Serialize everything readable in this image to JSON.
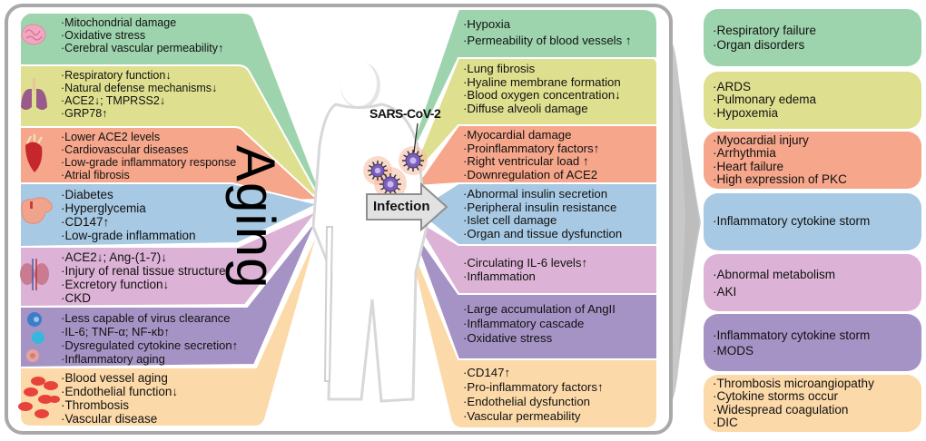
{
  "colors": {
    "green": "#9dd4ad",
    "yellow": "#dfe08f",
    "orange": "#f5a68b",
    "blue": "#a7c9e3",
    "pink": "#dcb3d6",
    "purple": "#a693c5",
    "peach": "#fcd9a8",
    "frame": "#a9a9a9",
    "arrow": "#c8c8c8"
  },
  "center": {
    "title": "Aging",
    "virus_label": "SARS-CoV-2",
    "arrow_label": "Infection"
  },
  "left_panels": [
    {
      "organ": "brain",
      "color": "green",
      "items": [
        "·Mitochondrial damage",
        "·Oxidative stress",
        "·Cerebral vascular permeability↑"
      ]
    },
    {
      "organ": "lungs",
      "color": "yellow",
      "items": [
        "·Respiratory function↓",
        "·Natural defense mechanisms↓",
        "·ACE2↓; TMPRSS2↓",
        "·GRP78↑"
      ]
    },
    {
      "organ": "heart",
      "color": "orange",
      "items": [
        "·Lower ACE2 levels",
        "·Cardiovascular diseases",
        "·Low-grade inflammatory response",
        "·Atrial fibrosis"
      ]
    },
    {
      "organ": "pancreas",
      "color": "blue",
      "items": [
        "·Diabetes",
        "·Hyperglycemia",
        "·CD147↑",
        "·Low-grade inflammation"
      ]
    },
    {
      "organ": "kidneys",
      "color": "pink",
      "items": [
        "·ACE2↓; Ang-(1-7)↓",
        "·Injury of renal tissue structure",
        "·Excretory function↓",
        "·CKD"
      ]
    },
    {
      "organ": "immune-cells",
      "color": "purple",
      "items": [
        "·Less capable of virus clearance",
        "·IL-6; TNF-α; NF-κb↑",
        "·Dysregulated cytokine secretion↑",
        "·Inflammatory aging"
      ]
    },
    {
      "organ": "red-blood-cells",
      "color": "peach",
      "items": [
        "·Blood vessel aging",
        "·Endothelial function↓",
        "·Thrombosis",
        "·Vascular disease"
      ]
    }
  ],
  "middle_panels": [
    {
      "color": "green",
      "items": [
        "·Hypoxia",
        "·Permeability of blood vessels ↑"
      ]
    },
    {
      "color": "yellow",
      "items": [
        "·Lung fibrosis",
        "·Hyaline membrane formation",
        "·Blood oxygen concentration↓",
        "·Diffuse alveoli damage"
      ]
    },
    {
      "color": "orange",
      "items": [
        "·Myocardial damage",
        "·Proinflammatory factors↑",
        "·Right ventricular load ↑",
        "·Downregulation of ACE2"
      ]
    },
    {
      "color": "blue",
      "items": [
        "·Abnormal insulin secretion",
        "·Peripheral insulin resistance",
        "·Islet cell damage",
        "·Organ and tissue dysfunction"
      ]
    },
    {
      "color": "pink",
      "items": [
        "·Circulating IL-6 levels↑",
        "·Inflammation"
      ]
    },
    {
      "color": "purple",
      "items": [
        "·Large accumulation of AngII",
        "·Inflammatory cascade",
        "·Oxidative stress"
      ]
    },
    {
      "color": "peach",
      "items": [
        "·CD147↑",
        "·Pro-inflammatory factors↑",
        "·Endothelial dysfunction",
        "·Vascular permeability"
      ]
    }
  ],
  "right_panels": [
    {
      "color": "green",
      "items": [
        "·Respiratory failure",
        "·Organ disorders"
      ]
    },
    {
      "color": "yellow",
      "items": [
        "·ARDS",
        "·Pulmonary edema",
        "·Hypoxemia"
      ]
    },
    {
      "color": "orange",
      "items": [
        "·Myocardial injury",
        "·Arrhythmia",
        "·Heart failure",
        "·High expression of PKC"
      ]
    },
    {
      "color": "blue",
      "items": [
        "·Inflammatory cytokine storm"
      ]
    },
    {
      "color": "pink",
      "items": [
        "·Abnormal metabolism",
        "·AKI"
      ]
    },
    {
      "color": "purple",
      "items": [
        "·Inflammatory cytokine storm",
        "·MODS"
      ]
    },
    {
      "color": "peach",
      "items": [
        "·Thrombosis microangiopathy",
        "·Cytokine storms occur",
        "·Widespread coagulation",
        "·DIC"
      ]
    }
  ]
}
